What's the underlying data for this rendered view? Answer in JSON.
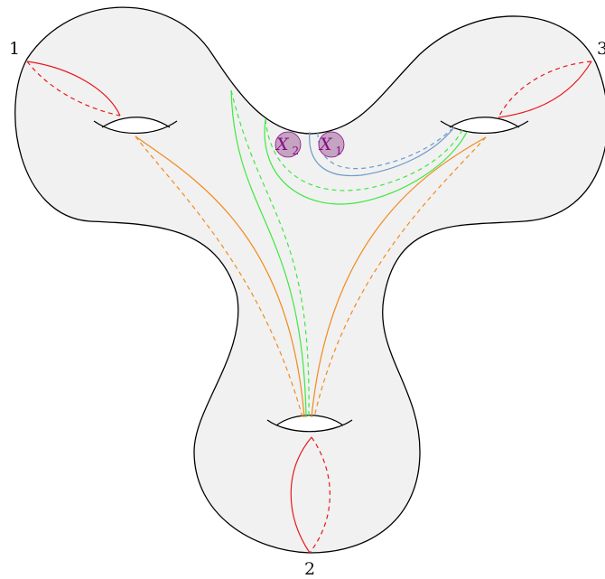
{
  "labels": {
    "boundary_1": "1",
    "boundary_2": "2",
    "boundary_3": "3",
    "marked_point_1": {
      "main": "X",
      "sub": "1"
    },
    "marked_point_2": {
      "main": "X",
      "sub": "2"
    }
  },
  "colors": {
    "surface_fill": "#f1f1f1",
    "outline": "#000000",
    "red_curve": "#e8171c",
    "orange_curve": "#f28a1c",
    "green_curve": "#3fe83f",
    "blue_curve": "#6d99c9",
    "marked_point_fill": "#c4a4c0",
    "marked_point_text": "#8a0a8a"
  }
}
